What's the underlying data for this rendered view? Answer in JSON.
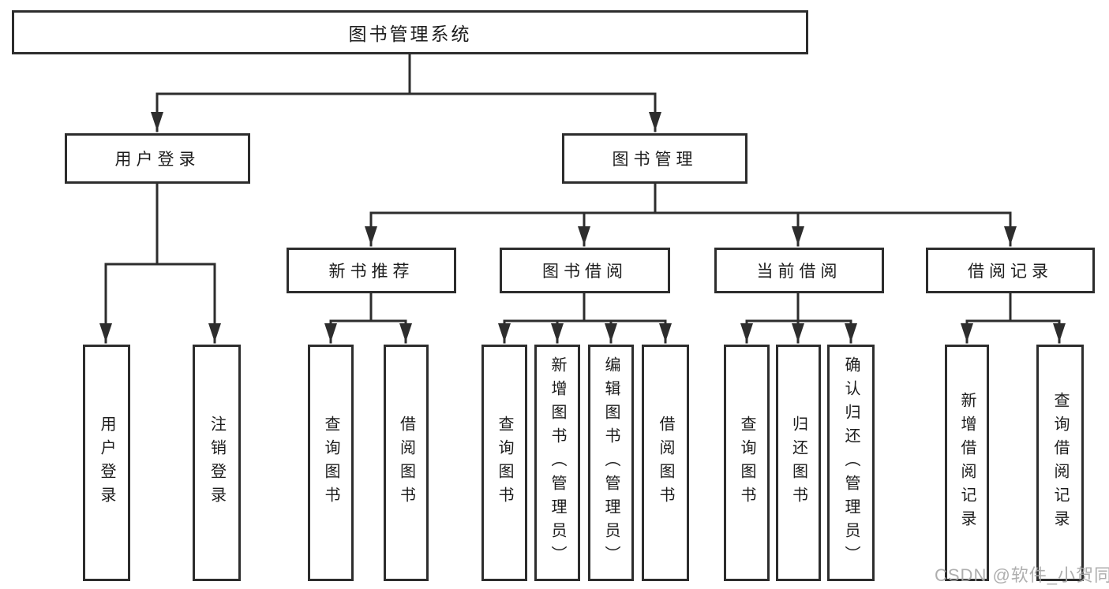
{
  "diagram": {
    "root_label": "图书管理系统",
    "branches": [
      {
        "label": "用户登录",
        "leaves": [
          "用户登录",
          "注销登录"
        ]
      },
      {
        "label": "图书管理",
        "groups": [
          {
            "label": "新书推荐",
            "leaves": [
              "查询图书",
              "借阅图书"
            ]
          },
          {
            "label": "图书借阅",
            "leaves": [
              "查询图书",
              "新增图书（管理员）",
              "编辑图书（管理员）",
              "借阅图书"
            ]
          },
          {
            "label": "当前借阅",
            "leaves": [
              "查询图书",
              "归还图书",
              "确认归还（管理员）"
            ]
          },
          {
            "label": "借阅记录",
            "leaves": [
              "新增借阅记录",
              "查询借阅记录"
            ]
          }
        ]
      }
    ]
  },
  "watermark": {
    "text": "CSDN @软件_小贺同学"
  },
  "colors": {
    "line": "#2d2d2d",
    "text": "#1c1c1c",
    "watermark": "#a8a8a8",
    "background": "#ffffff"
  }
}
